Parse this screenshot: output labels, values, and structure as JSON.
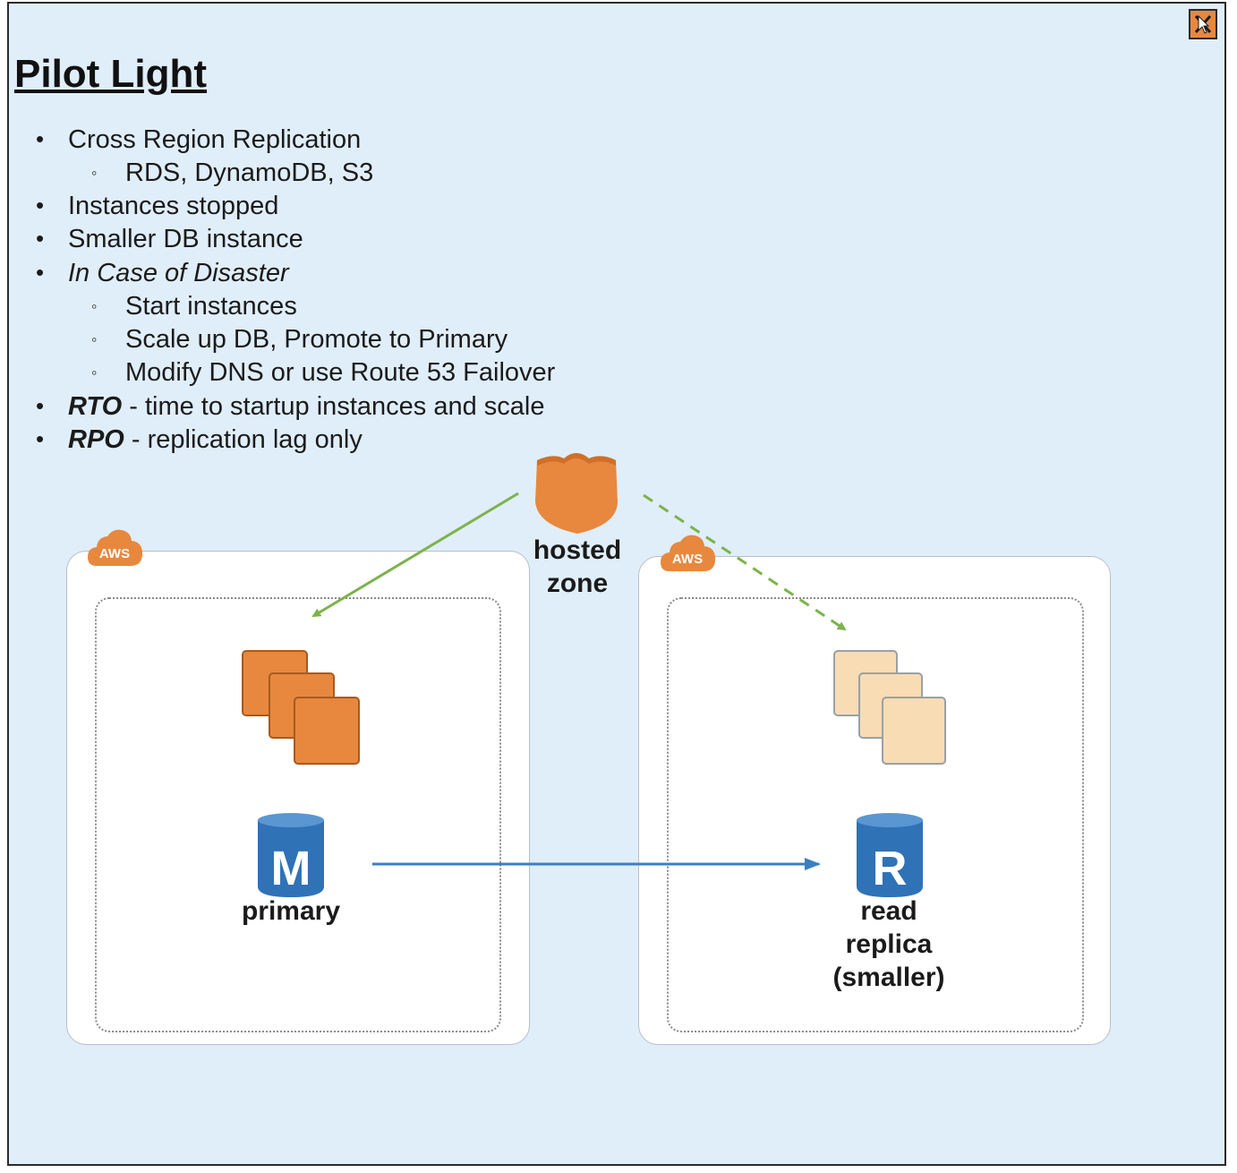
{
  "slide": {
    "title": "Pilot Light",
    "bullets": [
      {
        "text": "Cross Region Replication",
        "level": 1
      },
      {
        "text": "RDS, DynamoDB, S3",
        "level": 2
      },
      {
        "text": "Instances stopped",
        "level": 1
      },
      {
        "text": "Smaller DB instance",
        "level": 1
      },
      {
        "text": "In Case of Disaster",
        "level": 1,
        "italic": true
      },
      {
        "text": "Start instances",
        "level": 2
      },
      {
        "text": "Scale up DB, Promote to Primary",
        "level": 2
      },
      {
        "text": "Modify DNS or use Route 53 Failover",
        "level": 2
      },
      {
        "bold": "RTO",
        "text": " - time to startup instances and scale",
        "level": 1
      },
      {
        "bold": "RPO",
        "text": " - replication lag only",
        "level": 1
      }
    ]
  },
  "diagram": {
    "hosted_zone": {
      "line1": "hosted",
      "line2": "zone",
      "icon": "shield-icon"
    },
    "left_region": {
      "badge": "AWS",
      "db_letter": "M",
      "db_label": "primary"
    },
    "right_region": {
      "badge": "AWS",
      "db_letter": "R",
      "db_label_1": "read",
      "db_label_2": "replica",
      "db_label_3": "(smaller)"
    }
  },
  "colors": {
    "background": "#e0eefa",
    "aws_orange": "#e8883e",
    "instance_active": "#e8883e",
    "instance_stopped": "#f8dcb4",
    "db_blue": "#2f72b6",
    "arrow_green": "#7cb34b",
    "arrow_blue": "#3a80c0"
  }
}
